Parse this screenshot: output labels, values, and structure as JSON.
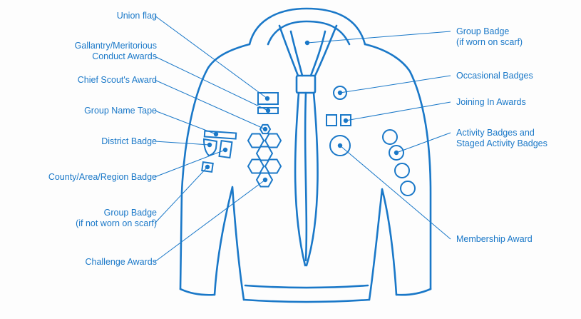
{
  "title": "Uniform badge placement",
  "color": "#1a78c8",
  "labels_left": [
    {
      "id": "union-flag",
      "lines": [
        "Union flag"
      ]
    },
    {
      "id": "gallantry",
      "lines": [
        "Gallantry/Meritorious",
        "Conduct Awards"
      ]
    },
    {
      "id": "chief-scout",
      "lines": [
        "Chief Scout's Award"
      ]
    },
    {
      "id": "group-name-tape",
      "lines": [
        "Group Name Tape"
      ]
    },
    {
      "id": "district-badge",
      "lines": [
        "District Badge"
      ]
    },
    {
      "id": "county-badge",
      "lines": [
        "County/Area/Region Badge"
      ]
    },
    {
      "id": "group-badge-sleeve",
      "lines": [
        "Group Badge",
        "(if not worn on scarf)"
      ]
    },
    {
      "id": "challenge-awards",
      "lines": [
        "Challenge Awards"
      ]
    }
  ],
  "labels_right": [
    {
      "id": "group-badge-scarf",
      "lines": [
        "Group Badge",
        "(if worn on scarf)"
      ]
    },
    {
      "id": "occasional-badges",
      "lines": [
        "Occasional Badges"
      ]
    },
    {
      "id": "joining-in-awards",
      "lines": [
        "Joining In Awards"
      ]
    },
    {
      "id": "activity-badges",
      "lines": [
        "Activity Badges and",
        "Staged Activity Badges"
      ]
    },
    {
      "id": "membership-award",
      "lines": [
        "Membership Award"
      ]
    }
  ]
}
